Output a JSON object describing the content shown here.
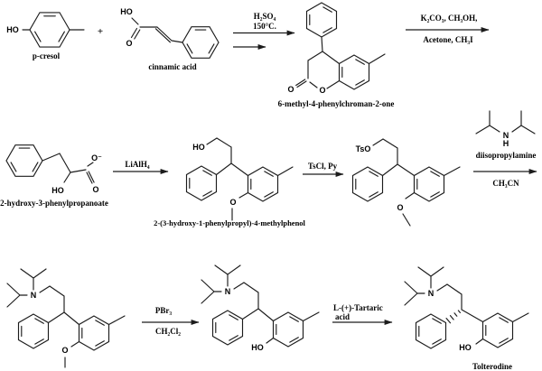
{
  "compounds": {
    "p_cresol": "p-cresol",
    "cinnamic_acid": "cinnamic acid",
    "chromanone": "6-methyl-4-phenylchroman-2-one",
    "propanoate": "2-hydroxy-3-phenylpropanoate",
    "phenol_product": "2-(3-hydroxy-1-phenylpropyl)-4-methylphenol",
    "tolterodine": "Tolterodine"
  },
  "reagents": {
    "step1_line1": "H₂SO₄",
    "step1_line2": "150°C.",
    "step2_line1": "K₂CO₃, CH₃OH,",
    "step2_line2": "Acetone, CH₃I",
    "step3": "LiAlH₄",
    "step4": "TsCl, Py",
    "step5_name": "diisopropylamine",
    "step5_solvent": "CH₃CN",
    "step6_line1": "PBr₃",
    "step6_line2": "CH₂Cl₂",
    "step7_line1": "L-(+)-Tartaric",
    "step7_line2": "acid"
  },
  "atoms": {
    "plus": "+",
    "HO": "HO",
    "O": "O",
    "O_minus": "O⁻",
    "TsO": "TsO",
    "N": "N",
    "H": "H"
  },
  "colors": {
    "line": "#1c1c1c",
    "text": "#000000",
    "background": "#ffffff"
  }
}
